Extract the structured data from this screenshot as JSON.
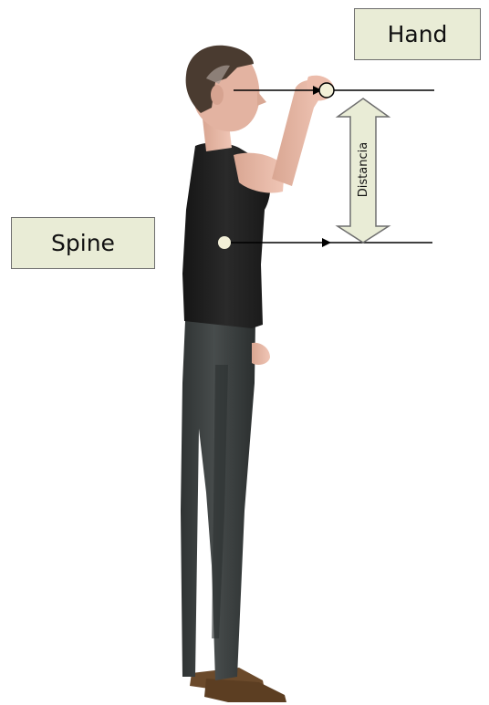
{
  "labels": {
    "hand": "Hand",
    "spine": "Spine",
    "distance": "Distancia"
  },
  "colors": {
    "label_box_fill": "#e9ecd6",
    "label_box_border": "#6e6e6e",
    "shirt": "#1f1f1f",
    "trousers": "#3b3f3f",
    "skin": "#e6b7a6",
    "hair": "#4a3b30",
    "shoes": "#6b4a2b",
    "joint_marker": "#f3f0d8",
    "arrow": "#000000"
  },
  "icons": {
    "figure": "standing-man-figure",
    "distance_arrow": "double-headed-arrow-icon"
  }
}
